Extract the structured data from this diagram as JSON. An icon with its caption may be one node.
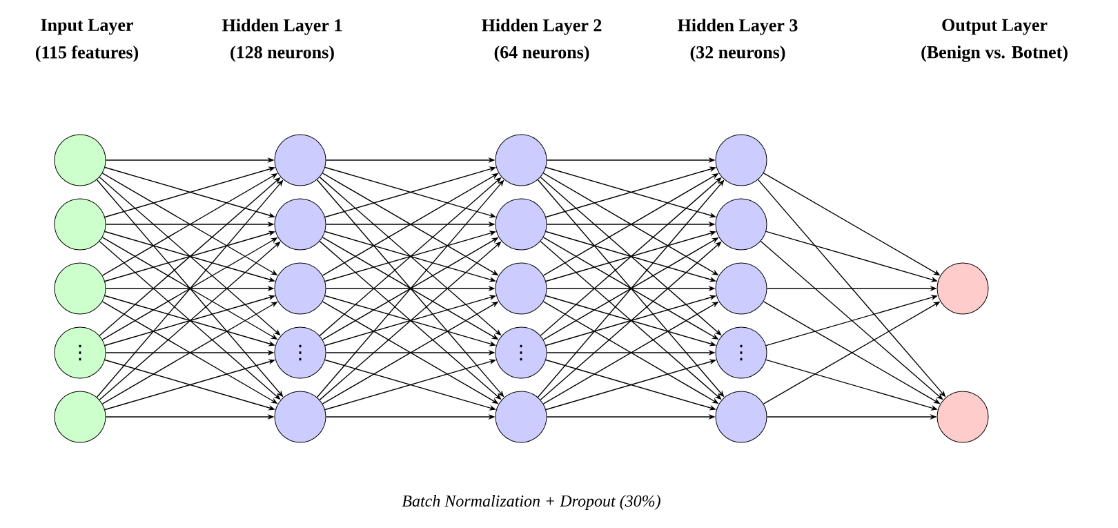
{
  "diagram": {
    "caption": "*Batch Normalization + Dropout (30%)*",
    "nodes": [
      {
        "text": [],
        "shape": "circle"
      },
      {
        "text": [],
        "shape": "circle"
      },
      {
        "text": [],
        "shape": "circle"
      },
      {
        "text": [
          "⋮"
        ]
      },
      {
        "text": [],
        "shape": "circle"
      },
      {
        "text": [],
        "shape": "circle"
      },
      {
        "text": [],
        "shape": "circle"
      },
      {
        "text": [],
        "shape": "circle"
      },
      {
        "text": [
          "⋮"
        ]
      },
      {
        "text": [],
        "shape": "circle"
      },
      {
        "text": [],
        "shape": "circle"
      },
      {
        "text": [],
        "shape": "circle"
      },
      {
        "text": [],
        "shape": "circle"
      },
      {
        "text": [
          "⋮"
        ]
      },
      {
        "text": [],
        "shape": "circle"
      },
      {
        "text": [],
        "shape": "circle"
      },
      {
        "text": [],
        "shape": "circle"
      },
      {
        "text": [],
        "shape": "circle"
      },
      {
        "text": [
          "⋮"
        ]
      },
      {
        "text": [],
        "shape": "circle"
      },
      {
        "text": [],
        "shape": "circle"
      },
      {
        "text": [],
        "shape": "circle"
      }
    ],
    "edges": [
      {
        "from": 0,
        "to": 5,
        "arrow": "to"
      },
      {
        "from": 0,
        "to": 6,
        "arrow": "to"
      },
      {
        "from": 0,
        "to": 7,
        "arrow": "to"
      },
      {
        "from": 0,
        "to": 8,
        "arrow": "to"
      },
      {
        "from": 0,
        "to": 9,
        "arrow": "to"
      },
      {
        "from": 1,
        "to": 5,
        "arrow": "to"
      },
      {
        "from": 1,
        "to": 6,
        "arrow": "to"
      },
      {
        "from": 1,
        "to": 7,
        "arrow": "to"
      },
      {
        "from": 1,
        "to": 8,
        "arrow": "to"
      },
      {
        "from": 1,
        "to": 9,
        "arrow": "to"
      },
      {
        "from": 2,
        "to": 5,
        "arrow": "to"
      },
      {
        "from": 2,
        "to": 6,
        "arrow": "to"
      },
      {
        "from": 2,
        "to": 7,
        "arrow": "to"
      },
      {
        "from": 2,
        "to": 8,
        "arrow": "to"
      },
      {
        "from": 2,
        "to": 9,
        "arrow": "to"
      },
      {
        "from": 3,
        "to": 5,
        "arrow": "to"
      },
      {
        "from": 3,
        "to": 6,
        "arrow": "to"
      },
      {
        "from": 3,
        "to": 7,
        "arrow": "to"
      },
      {
        "from": 3,
        "to": 8,
        "arrow": "to"
      },
      {
        "from": 3,
        "to": 9,
        "arrow": "to"
      },
      {
        "from": 4,
        "to": 5,
        "arrow": "to"
      },
      {
        "from": 4,
        "to": 6,
        "arrow": "to"
      },
      {
        "from": 4,
        "to": 7,
        "arrow": "to"
      },
      {
        "from": 4,
        "to": 8,
        "arrow": "to"
      },
      {
        "from": 4,
        "to": 9,
        "arrow": "to"
      },
      {
        "from": 5,
        "to": 10,
        "arrow": "to"
      },
      {
        "from": 5,
        "to": 11,
        "arrow": "to"
      },
      {
        "from": 5,
        "to": 12,
        "arrow": "to"
      },
      {
        "from": 5,
        "to": 13,
        "arrow": "to"
      },
      {
        "from": 5,
        "to": 14,
        "arrow": "to"
      },
      {
        "from": 6,
        "to": 10,
        "arrow": "to"
      },
      {
        "from": 6,
        "to": 11,
        "arrow": "to"
      },
      {
        "from": 6,
        "to": 12,
        "arrow": "to"
      },
      {
        "from": 6,
        "to": 13,
        "arrow": "to"
      },
      {
        "from": 6,
        "to": 14,
        "arrow": "to"
      },
      {
        "from": 7,
        "to": 10,
        "arrow": "to"
      },
      {
        "from": 7,
        "to": 11,
        "arrow": "to"
      },
      {
        "from": 7,
        "to": 12,
        "arrow": "to"
      },
      {
        "from": 7,
        "to": 13,
        "arrow": "to"
      },
      {
        "from": 7,
        "to": 14,
        "arrow": "to"
      },
      {
        "from": 8,
        "to": 10,
        "arrow": "to"
      },
      {
        "from": 8,
        "to": 11,
        "arrow": "to"
      },
      {
        "from": 8,
        "to": 12,
        "arrow": "to"
      },
      {
        "from": 8,
        "to": 13,
        "arrow": "to"
      },
      {
        "from": 8,
        "to": 14,
        "arrow": "to"
      },
      {
        "from": 9,
        "to": 10,
        "arrow": "to"
      },
      {
        "from": 9,
        "to": 11,
        "arrow": "to"
      },
      {
        "from": 9,
        "to": 12,
        "arrow": "to"
      },
      {
        "from": 9,
        "to": 13,
        "arrow": "to"
      },
      {
        "from": 9,
        "to": 14,
        "arrow": "to"
      },
      {
        "from": 10,
        "to": 15,
        "arrow": "to"
      },
      {
        "from": 10,
        "to": 16,
        "arrow": "to"
      },
      {
        "from": 10,
        "to": 17,
        "arrow": "to"
      },
      {
        "from": 10,
        "to": 18,
        "arrow": "to"
      },
      {
        "from": 10,
        "to": 19,
        "arrow": "to"
      },
      {
        "from": 11,
        "to": 15,
        "arrow": "to"
      },
      {
        "from": 11,
        "to": 16,
        "arrow": "to"
      },
      {
        "from": 11,
        "to": 17,
        "arrow": "to"
      },
      {
        "from": 11,
        "to": 18,
        "arrow": "to"
      },
      {
        "from": 11,
        "to": 19,
        "arrow": "to"
      },
      {
        "from": 12,
        "to": 15,
        "arrow": "to"
      },
      {
        "from": 12,
        "to": 16,
        "arrow": "to"
      },
      {
        "from": 12,
        "to": 17,
        "arrow": "to"
      },
      {
        "from": 12,
        "to": 18,
        "arrow": "to"
      },
      {
        "from": 12,
        "to": 19,
        "arrow": "to"
      },
      {
        "from": 13,
        "to": 15,
        "arrow": "to"
      },
      {
        "from": 13,
        "to": 16,
        "arrow": "to"
      },
      {
        "from": 13,
        "to": 17,
        "arrow": "to"
      },
      {
        "from": 13,
        "to": 18,
        "arrow": "to"
      },
      {
        "from": 13,
        "to": 19,
        "arrow": "to"
      },
      {
        "from": 14,
        "to": 15,
        "arrow": "to"
      },
      {
        "from": 14,
        "to": 16,
        "arrow": "to"
      },
      {
        "from": 14,
        "to": 17,
        "arrow": "to"
      },
      {
        "from": 14,
        "to": 18,
        "arrow": "to"
      },
      {
        "from": 14,
        "to": 19,
        "arrow": "to"
      },
      {
        "from": 15,
        "to": 20,
        "arrow": "to"
      },
      {
        "from": 15,
        "to": 21,
        "arrow": "to"
      },
      {
        "from": 16,
        "to": 20,
        "arrow": "to"
      },
      {
        "from": 16,
        "to": 21,
        "arrow": "to"
      },
      {
        "from": 17,
        "to": 20,
        "arrow": "to"
      },
      {
        "from": 17,
        "to": 21,
        "arrow": "to"
      },
      {
        "from": 18,
        "to": 20,
        "arrow": "to"
      },
      {
        "from": 18,
        "to": 21,
        "arrow": "to"
      },
      {
        "from": 19,
        "to": 20,
        "arrow": "to"
      },
      {
        "from": 19,
        "to": 21,
        "arrow": "to"
      }
    ],
    "labels": [
      "Input Layer",
      "Hidden Layer 1",
      "Hidden Layer 2",
      "Hidden Layer 3",
      "Output Layer",
      "(115 features)",
      "(128 neurons)",
      "(64 neurons)",
      "(32 neurons)",
      "(Benign vs. Botnet)"
    ]
  }
}
